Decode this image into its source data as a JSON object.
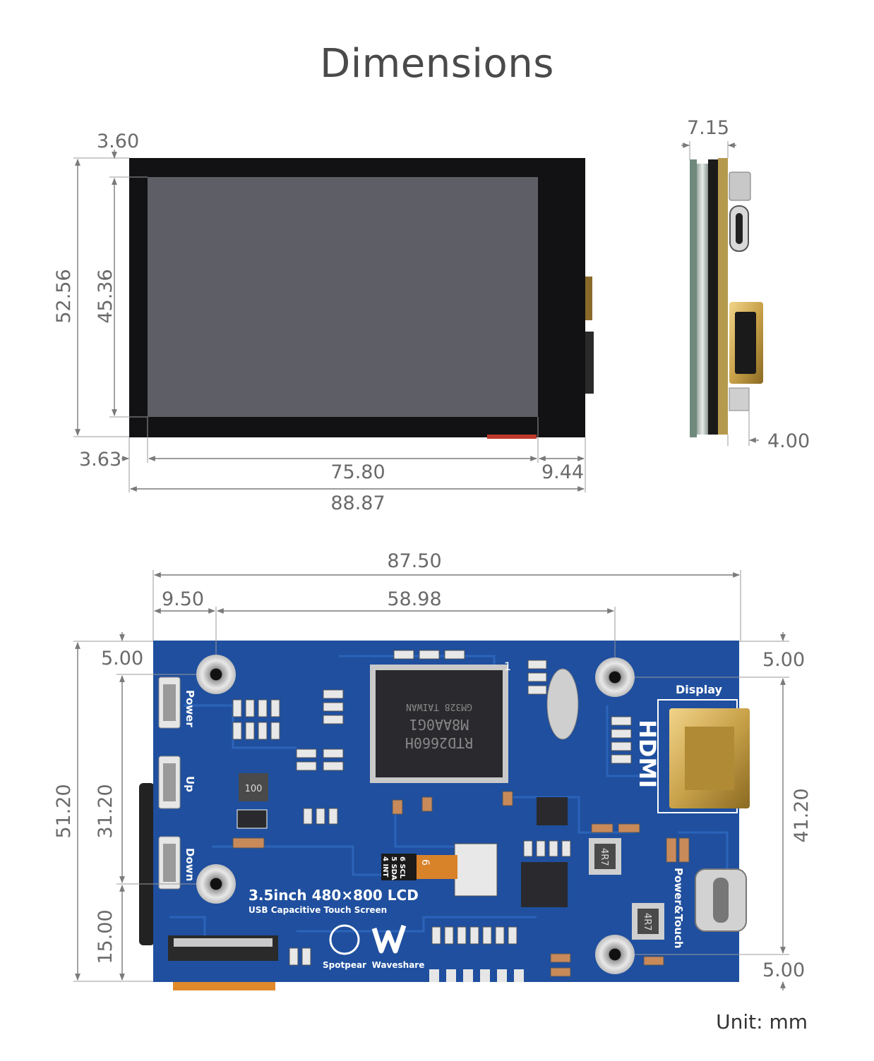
{
  "title": "Dimensions",
  "unit_label": "Unit: mm",
  "front_view": {
    "dims": {
      "top_border": "3.60",
      "total_height": "52.56",
      "active_height": "45.36",
      "bottom_border": "3.63",
      "active_width": "75.80",
      "right_border": "9.44",
      "total_width": "88.87"
    }
  },
  "side_view": {
    "dims": {
      "thickness": "7.15",
      "bottom_offset": "4.00"
    }
  },
  "back_view": {
    "dims": {
      "total_width": "87.50",
      "left_hole_offset": "9.50",
      "hole_spacing": "58.98",
      "top_left_hole": "5.00",
      "top_right_hole": "5.00",
      "bottom_right_hole": "5.00",
      "total_height": "51.20",
      "left_hole_spacing": "31.20",
      "bottom_left_hole": "15.00",
      "right_hole_spacing": "41.20"
    },
    "board_labels": {
      "power_button": "Power",
      "up_button": "Up",
      "down_button": "Down",
      "display_port": "Display",
      "hdmi_logo": "HDMI",
      "power_touch_port": "Power&Touch",
      "product_title": "3.5inch 480×800 LCD",
      "product_subtitle": "USB Capacitive Touch Screen",
      "brand_spotpear": "Spotpear",
      "brand_waveshare": "Waveshare",
      "chip_text_1": "RTD2660H",
      "chip_text_2": "M8AA0G1",
      "chip_text_3": "GM328 TAIWAN",
      "inductor_1": "100",
      "inductor_2": "4R7",
      "inductor_3": "4R7",
      "fpc_label_1": "4 INT",
      "fpc_label_2": "5 SDA",
      "fpc_label_3": "6 SCL",
      "pin_1": "1",
      "pin_6": "6"
    }
  },
  "colors": {
    "pcb": "#1f4f9e",
    "pcb_trace": "#2d66bd",
    "screen_bezel": "#121214",
    "screen_active": "#5e5f66",
    "connector_gold": "#c9a24a",
    "fpc_orange": "#e08a2c",
    "dim_line": "#7a7a7a"
  }
}
